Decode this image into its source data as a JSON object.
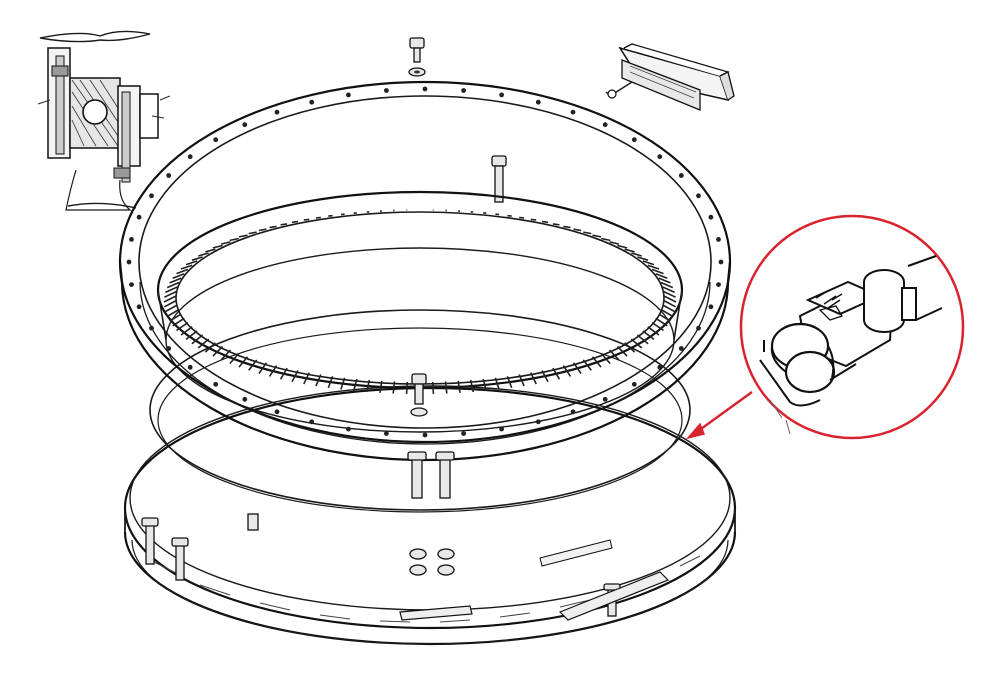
{
  "figure": {
    "description_kind": "exploded-view",
    "background": "#ffffff",
    "ink_color": "#1a1a1a",
    "callout": {
      "circle_color": "#d9232e",
      "arrow_color": "#d9232e"
    }
  },
  "icons": [
    "slewing-bearing-assembly",
    "gear-ring",
    "bolt-icon",
    "nut-icon",
    "magnifier-callout-icon",
    "seal-strip-icon",
    "cross-section-icon"
  ]
}
